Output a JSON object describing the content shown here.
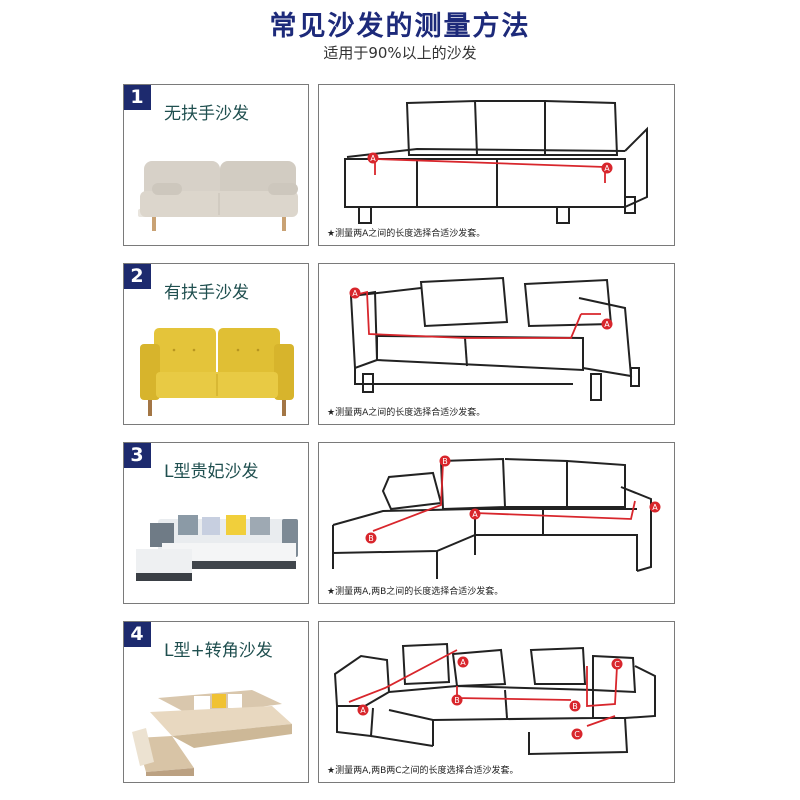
{
  "header": {
    "title": "常见沙发的测量方法",
    "subtitle": "适用于90%以上的沙发"
  },
  "colors": {
    "title": "#1d2a7a",
    "badge": "#1d2a6e",
    "measure_line": "#d8262c",
    "label": "#1f4f4f"
  },
  "sections": [
    {
      "number": "1",
      "title": "无扶手沙发",
      "note": "★测量两A之间的长度选择合适沙发套。",
      "markers": [
        "A",
        "A"
      ]
    },
    {
      "number": "2",
      "title": "有扶手沙发",
      "note": "★测量两A之间的长度选择合适沙发套。",
      "markers": [
        "A",
        "A"
      ]
    },
    {
      "number": "3",
      "title": "L型贵妃沙发",
      "note": "★测量两A,两B之间的长度选择合适沙发套。",
      "markers": [
        "B",
        "A",
        "B",
        "A"
      ]
    },
    {
      "number": "4",
      "title": "L型+转角沙发",
      "note": "★测量两A,两B两C之间的长度选择合适沙发套。",
      "markers": [
        "A",
        "A",
        "B",
        "B",
        "C",
        "C"
      ]
    }
  ]
}
